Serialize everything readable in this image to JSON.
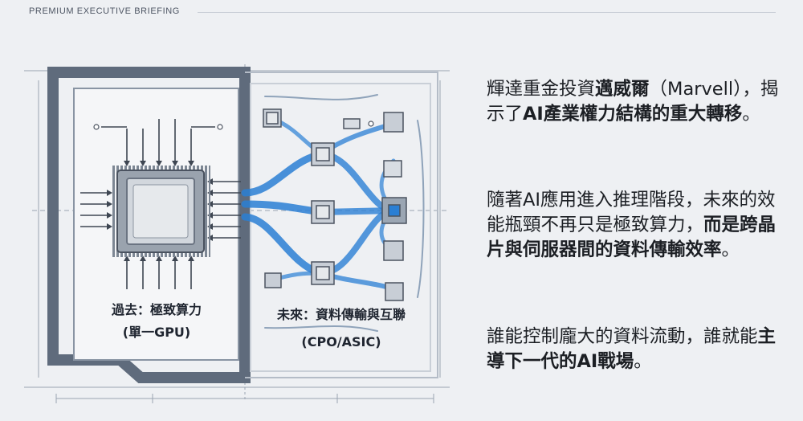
{
  "header": {
    "label": "PREMIUM EXECUTIVE BRIEFING"
  },
  "diagram": {
    "left_caption_line1": "過去：極致算力",
    "left_caption_line2": "(單一GPU)",
    "right_caption_line1": "未來：資料傳輸與互聯",
    "right_caption_line2": "(CPO/ASIC)"
  },
  "text": {
    "p1_a": "輝達重金投資",
    "p1_b": "邁威爾",
    "p1_c": "（Marvell），揭示了",
    "p1_d": "AI產業權力結構的重大轉移",
    "p1_e": "。",
    "p2_a": "隨著AI應用進入推理階段，未來的效能瓶頸不再只是極致算力，",
    "p2_b": "而是跨晶片與伺服器間的資料傳輸效率",
    "p2_c": "。",
    "p3_a": "誰能控制龐大的資料流動，誰就能",
    "p3_b": "主導下一代的AI戰場",
    "p3_c": "。"
  },
  "colors": {
    "background": "#eef0f3",
    "frame": "#5f6b7c",
    "blue": "#2a7fd4",
    "chip": "#bfc6cf"
  }
}
